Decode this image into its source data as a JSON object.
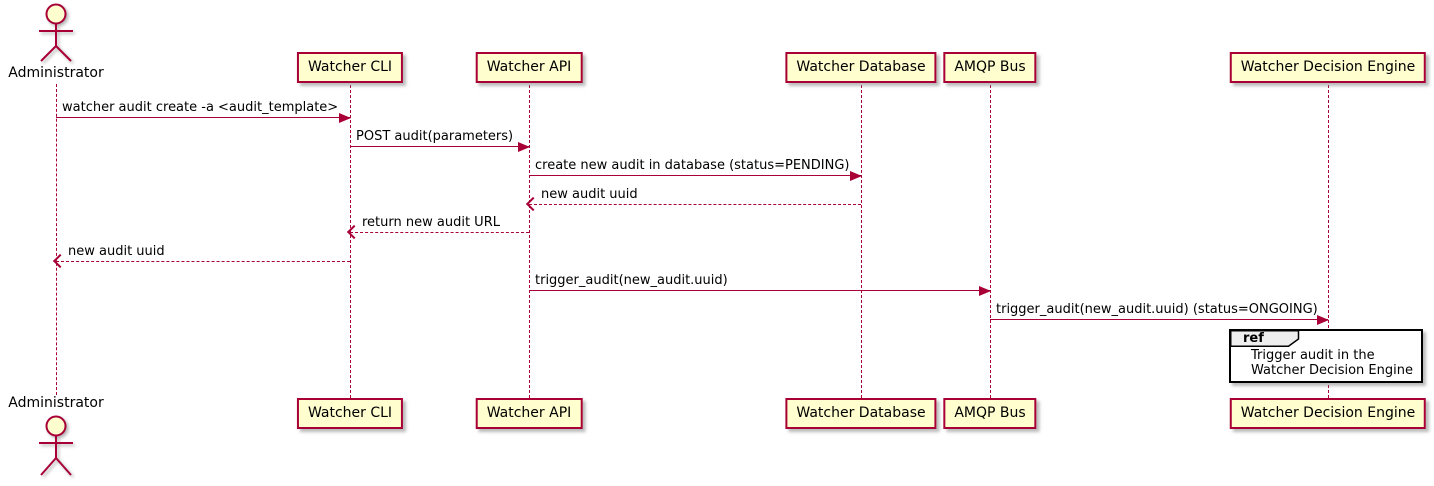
{
  "diagram": {
    "kind": "uml-sequence-diagram",
    "participants": [
      {
        "name": "Administrator",
        "type": "actor"
      },
      {
        "name": "Watcher CLI",
        "type": "participant"
      },
      {
        "name": "Watcher API",
        "type": "participant"
      },
      {
        "name": "Watcher Database",
        "type": "participant"
      },
      {
        "name": "AMQP Bus",
        "type": "participant"
      },
      {
        "name": "Watcher Decision Engine",
        "type": "participant"
      }
    ],
    "messages": [
      {
        "from": "Administrator",
        "to": "Watcher CLI",
        "label": "watcher audit create -a <audit_template>",
        "line": "solid"
      },
      {
        "from": "Watcher CLI",
        "to": "Watcher API",
        "label": "POST audit(parameters)",
        "line": "solid"
      },
      {
        "from": "Watcher API",
        "to": "Watcher Database",
        "label": "create new audit in database (status=PENDING)",
        "line": "solid"
      },
      {
        "from": "Watcher Database",
        "to": "Watcher API",
        "label": "new audit uuid",
        "line": "dashed"
      },
      {
        "from": "Watcher API",
        "to": "Watcher CLI",
        "label": "return new audit URL",
        "line": "dashed"
      },
      {
        "from": "Watcher CLI",
        "to": "Administrator",
        "label": "new audit uuid",
        "line": "dashed"
      },
      {
        "from": "Watcher API",
        "to": "AMQP Bus",
        "label": "trigger_audit(new_audit.uuid)",
        "line": "solid"
      },
      {
        "from": "AMQP Bus",
        "to": "Watcher Decision Engine",
        "label": "trigger_audit(new_audit.uuid) (status=ONGOING)",
        "line": "solid"
      }
    ],
    "ref_fragment": {
      "keyword": "ref",
      "over": "Watcher Decision Engine",
      "lines": [
        "Trigger audit in the",
        "Watcher Decision Engine"
      ]
    },
    "colors": {
      "participant_fill": "#FEFECE",
      "participant_border": "#A80036",
      "arrow": "#A80036",
      "lifeline": "#A80036",
      "text": "#000000",
      "ref_border": "#000000",
      "ref_header_fill": "#EEEEEE"
    }
  }
}
